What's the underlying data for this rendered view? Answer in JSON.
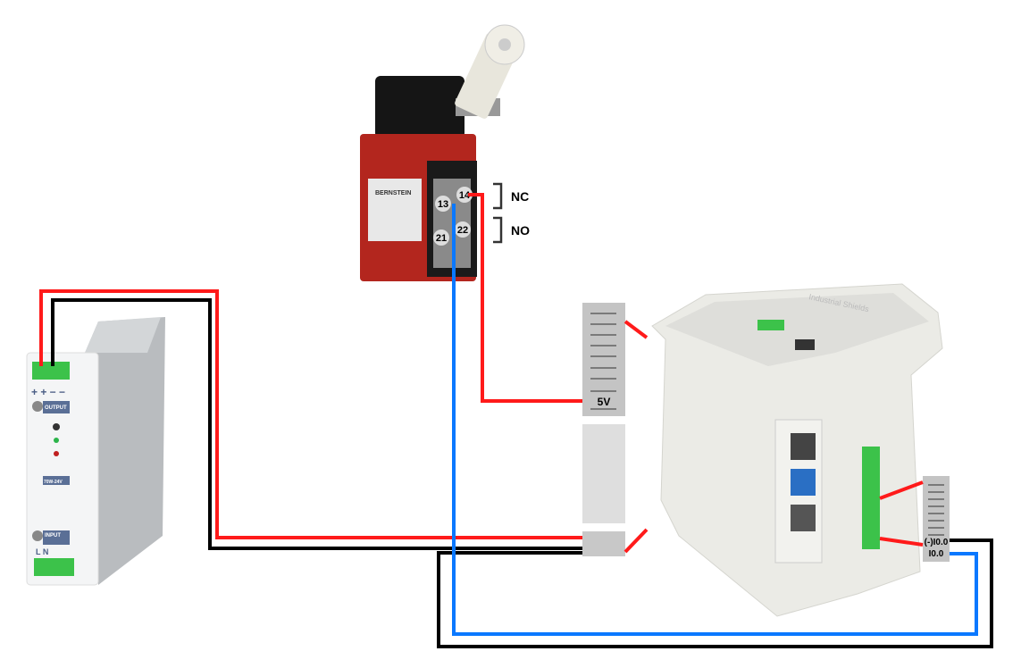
{
  "switch": {
    "brand": "BERNSTEIN",
    "terminals": [
      "13",
      "14",
      "21",
      "22"
    ],
    "contact_nc": "NC",
    "contact_no": "NO"
  },
  "power_supply": {
    "polarity": "+ + − −",
    "output_label": "OUTPUT",
    "rating_label": "70W-24V",
    "input_label": "INPUT",
    "input_terminals": "L  N"
  },
  "plc": {
    "brand": "Industrial Shields",
    "connector_5v": "5V",
    "input_common": "(-)I0.0",
    "input": "I0.0"
  },
  "colors": {
    "positive_wire": "#ff1a1a",
    "negative_wire": "#000000",
    "signal_wire": "#0a78ff",
    "connector_gray": "#c4c4c4"
  }
}
